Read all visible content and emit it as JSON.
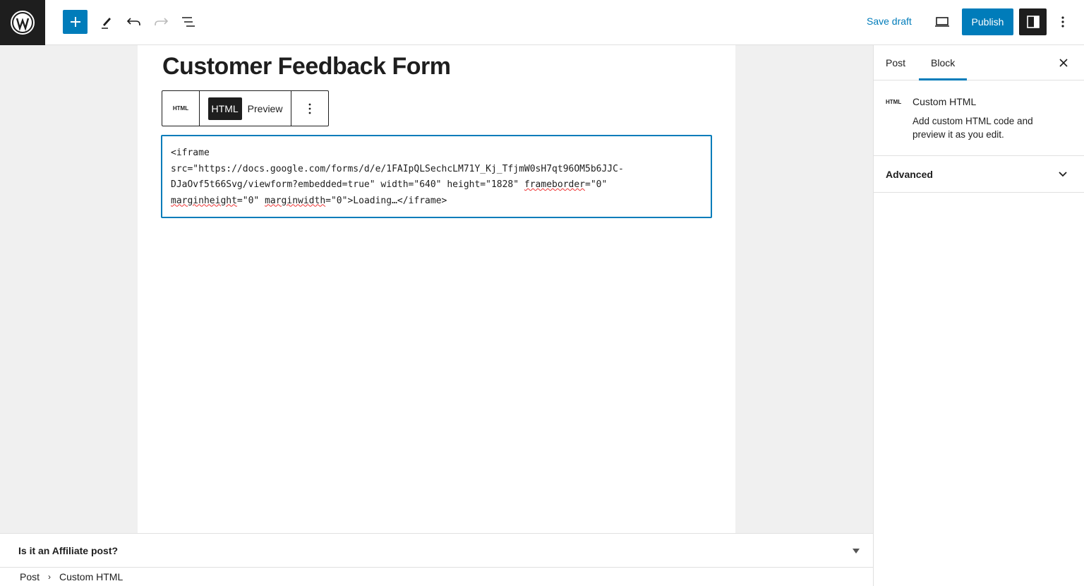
{
  "header": {
    "save_draft": "Save draft",
    "publish": "Publish"
  },
  "post": {
    "title": "Customer Feedback Form"
  },
  "block_toolbar": {
    "type_label": "HTML",
    "html_tab": "HTML",
    "preview_tab": "Preview"
  },
  "code": {
    "line1": "<iframe",
    "line2": "src=\"https://docs.google.com/forms/d/e/1FAIpQLSechcLM71Y_Kj_TfjmW0sH7qt96OM5b6JJC-",
    "line3a": "DJaOvf5t66Svg/viewform?embedded=true\" width=\"640\" height=\"1828\" ",
    "line3b": "frameborder",
    "line3c": "=\"0\"",
    "line4a": "marginheight",
    "line4b": "=\"0\" ",
    "line4c": "marginwidth",
    "line4d": "=\"0\">Loading…</iframe>"
  },
  "sidebar": {
    "tabs": [
      {
        "label": "Post"
      },
      {
        "label": "Block"
      }
    ],
    "active_tab": "Block",
    "block_icon": "HTML",
    "block_name": "Custom HTML",
    "block_description": "Add custom HTML code and preview it as you edit.",
    "advanced": "Advanced"
  },
  "meta_box": {
    "title": "Is it an Affiliate post?"
  },
  "breadcrumb": {
    "items": [
      "Post",
      "Custom HTML"
    ]
  },
  "colors": {
    "accent": "#007cba",
    "dark": "#1e1e1e"
  }
}
